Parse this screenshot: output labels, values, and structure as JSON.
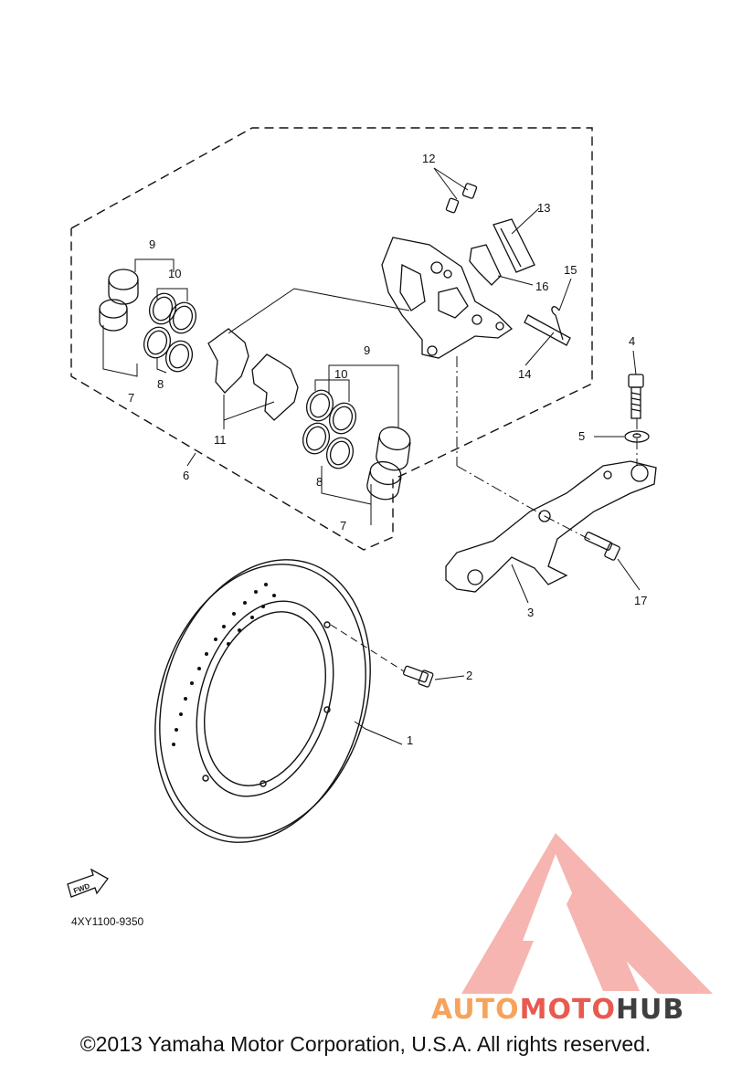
{
  "diagram": {
    "callouts": [
      "1",
      "2",
      "3",
      "4",
      "5",
      "6",
      "7",
      "7",
      "8",
      "8",
      "9",
      "9",
      "10",
      "10",
      "11",
      "12",
      "13",
      "14",
      "15",
      "16",
      "17"
    ],
    "part_code": "4XY1100-9350",
    "fwd_label": "FWD"
  },
  "watermark": {
    "brand_part1": "AUTO",
    "brand_part2": "MOTO",
    "brand_part3": "HUB",
    "colors": {
      "logo_triangle": "#f4a09a",
      "auto": "#f7a35c",
      "moto": "#e85a4f",
      "hub": "#3f3f3f"
    }
  },
  "footer": {
    "copyright": "©2013 Yamaha Motor Corporation, U.S.A. All rights reserved."
  }
}
